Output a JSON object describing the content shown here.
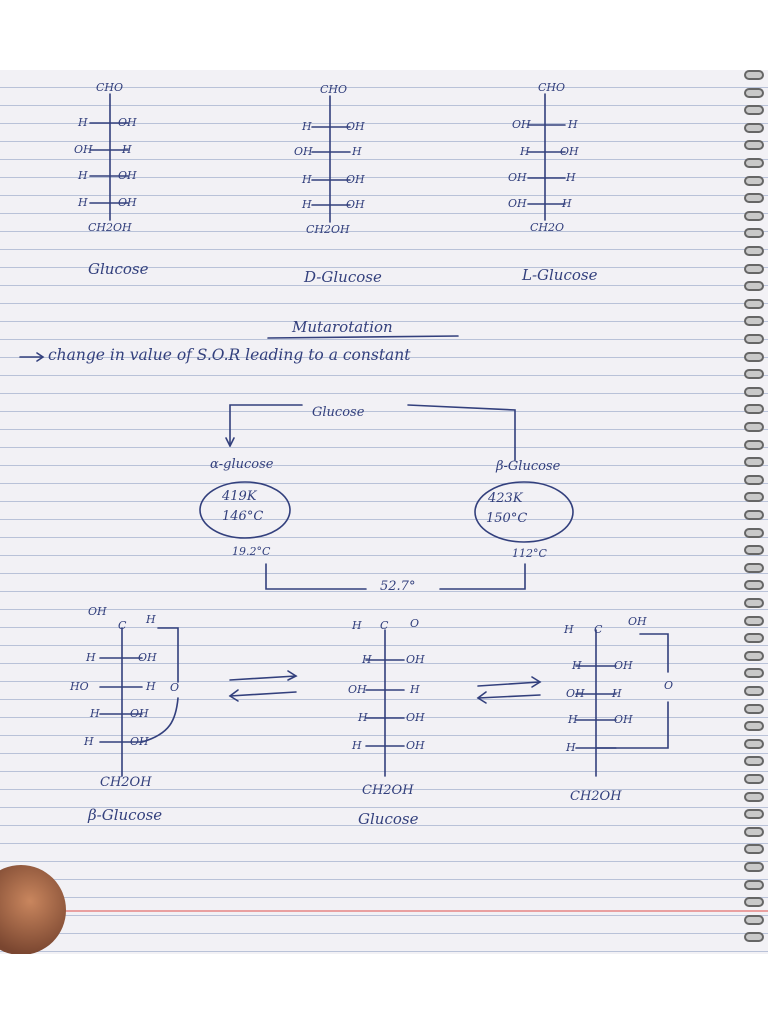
{
  "fischer_top": {
    "glucose": {
      "top": "CHO",
      "rows": [
        [
          "H",
          "OH"
        ],
        [
          "OH",
          "H"
        ],
        [
          "H",
          "OH"
        ],
        [
          "H",
          "OH"
        ]
      ],
      "bottom": "CH2OH",
      "name": "Glucose"
    },
    "d_glucose": {
      "top": "CHO",
      "rows": [
        [
          "H",
          "OH"
        ],
        [
          "OH",
          "H"
        ],
        [
          "H",
          "OH"
        ],
        [
          "H",
          "OH"
        ]
      ],
      "bottom": "CH2OH",
      "name": "D-Glucose"
    },
    "l_glucose": {
      "top": "CHO",
      "rows": [
        [
          "OH",
          "H"
        ],
        [
          "H",
          "OH"
        ],
        [
          "OH",
          "H"
        ],
        [
          "OH",
          "H"
        ]
      ],
      "bottom": "CH2O",
      "name": "L-Glucose"
    }
  },
  "mutarotation": {
    "heading": "Mutarotation",
    "definition": "change in value of S.O.R leading to a constant"
  },
  "cycle": {
    "top_label": "Glucose",
    "alpha": {
      "name": "α-glucose",
      "line1": "419K",
      "line2": "146°C",
      "rotation": "19.2°C"
    },
    "beta": {
      "name": "β-Glucose",
      "line1": "423K",
      "line2": "150°C",
      "rotation": "112°C"
    },
    "equilibrium": "52.7°"
  },
  "bottom": {
    "beta_glucose": {
      "top": [
        "OH",
        "C",
        "H"
      ],
      "rows": [
        [
          "H",
          "OH"
        ],
        [
          "HO",
          "H"
        ],
        [
          "H",
          "OH"
        ],
        [
          "H",
          "OH"
        ]
      ],
      "ring_o": "O",
      "bottom": "CH2OH",
      "name": "β-Glucose"
    },
    "open_chain": {
      "top": [
        "H",
        "C",
        "O"
      ],
      "rows": [
        [
          "H",
          "OH"
        ],
        [
          "OH",
          "H"
        ],
        [
          "H",
          "OH"
        ],
        [
          "H",
          "OH"
        ]
      ],
      "bottom": "CH2OH",
      "name": "Glucose"
    },
    "alpha_glucose": {
      "top": [
        "H",
        "C",
        "OH"
      ],
      "rows": [
        [
          "H",
          "OH"
        ],
        [
          "OH",
          "H"
        ],
        [
          "H",
          "OH"
        ],
        [
          "H",
          ""
        ]
      ],
      "ring_o": "O",
      "bottom": "CH2OH"
    }
  }
}
